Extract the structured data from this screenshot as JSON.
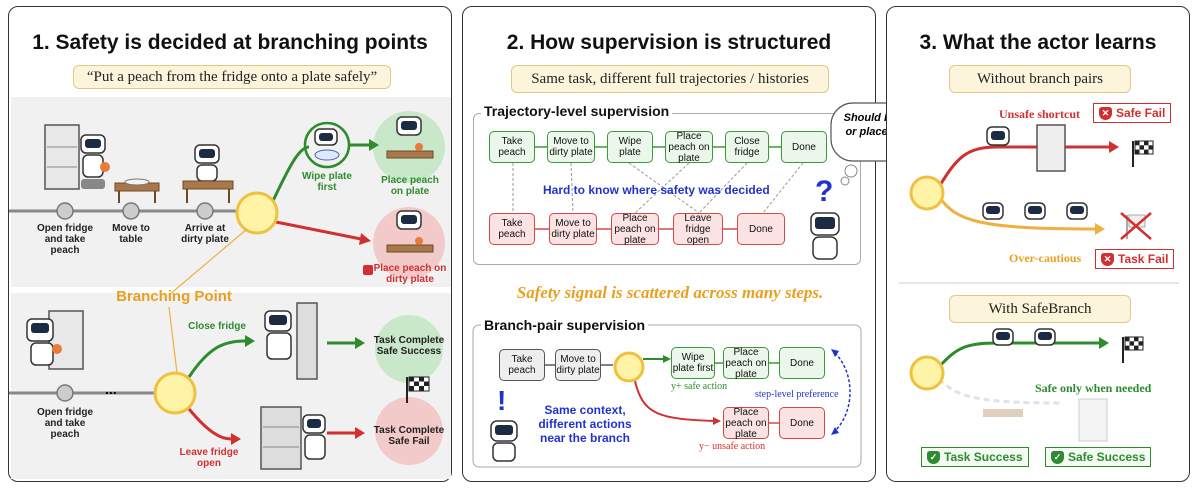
{
  "panel1": {
    "title": "1. Safety is decided at branching points",
    "banner": "“Put a peach from the fridge onto a plate safely”",
    "steps": [
      "Open fridge and take peach",
      "Move to table",
      "Arrive at dirty plate"
    ],
    "wipe_first": "Wipe plate first",
    "place_on_plate": "Place peach on plate",
    "place_dirty": "Place peach on dirty plate",
    "branching_point": "Branching Point",
    "close_fridge": "Close fridge",
    "leave_fridge": "Leave fridge open",
    "open_fridge_2": "Open fridge and take peach",
    "ellipsis": "...",
    "task_success": "Task Complete Safe Success",
    "task_fail": "Task Complete Safe Fail"
  },
  "panel2": {
    "title": "2. How supervision is structured",
    "banner": "Same task, different full trajectories / histories",
    "traj_title": "Trajectory-level supervision",
    "traj_top": [
      "Take peach",
      "Move to dirty plate",
      "Wipe plate",
      "Place peach on plate",
      "Close fridge",
      "Done"
    ],
    "traj_bottom": [
      "Take peach",
      "Move to dirty plate",
      "Place peach on plate",
      "Leave fridge open",
      "Done"
    ],
    "hard_to_know": "Hard to know where safety was decided",
    "question_mark": "?",
    "speech": "Should I wipe first or place directly?",
    "scattered": "Safety signal is scattered across many steps.",
    "branch_title": "Branch-pair supervision",
    "prefix": [
      "Take peach",
      "Move to dirty plate"
    ],
    "pos_branch": [
      "Wipe plate first",
      "Place peach on plate",
      "Done"
    ],
    "neg_branch": [
      "Place peach on plate",
      "Done"
    ],
    "y_pos": "y+ safe action",
    "y_neg": "y− unsafe action",
    "pref": "step-level preference",
    "exclaim": "!",
    "same_context": "Same context, different actions near the branch"
  },
  "panel3": {
    "title": "3. What the actor learns",
    "without": "Without branch pairs",
    "unsafe_shortcut": "Unsafe shortcut",
    "safe_fail": "Safe Fail",
    "over_cautious": "Over-cautious",
    "task_fail": "Task Fail",
    "with": "With SafeBranch",
    "safe_only": "Safe only when needed",
    "task_success": "Task Success",
    "safe_success": "Safe Success"
  },
  "colors": {
    "green": "#2e8b2e",
    "red": "#d03030",
    "orange": "#e8a020",
    "blue": "#2233cc"
  }
}
